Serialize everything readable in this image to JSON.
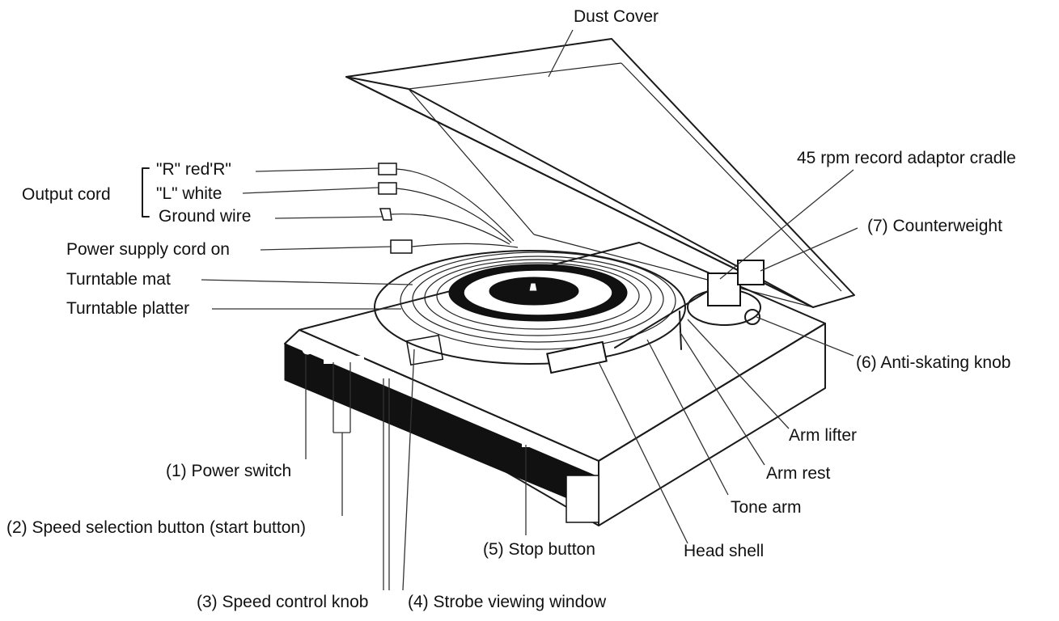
{
  "diagram": {
    "labels": {
      "dust_cover": "Dust Cover",
      "output_cord": "Output cord",
      "r_red": "\"R\" red'R\"",
      "l_white": "\"L\" white",
      "ground_wire": "Ground wire",
      "power_supply_cord": "Power supply cord on",
      "turntable_mat": "Turntable mat",
      "turntable_platter": "Turntable platter",
      "adaptor_cradle": "45 rpm record adaptor cradle",
      "counterweight": "(7) Counterweight",
      "anti_skating": "(6) Anti-skating knob",
      "arm_lifter": "Arm lifter",
      "arm_rest": "Arm rest",
      "tone_arm": "Tone arm",
      "head_shell": "Head shell",
      "stop_button": "(5) Stop button",
      "power_switch": "(1) Power switch",
      "speed_selection": "(2) Speed selection button (start button)",
      "speed_control": "(3) Speed control knob",
      "strobe_window": "(4) Strobe viewing window"
    }
  }
}
